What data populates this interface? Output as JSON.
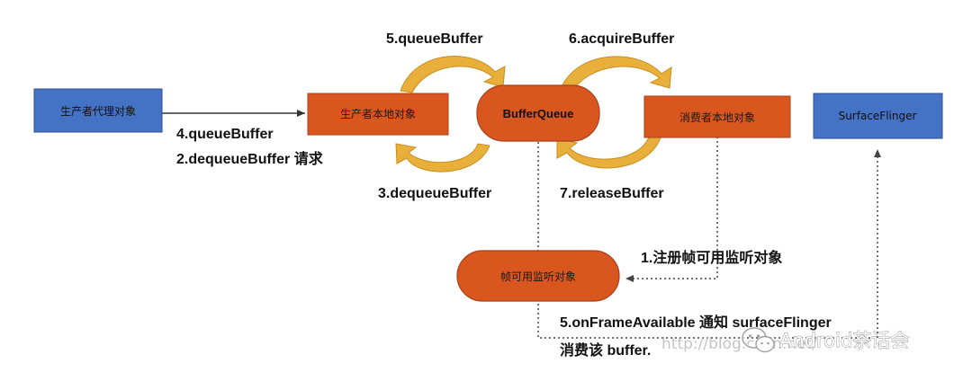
{
  "nodes": {
    "producer_proxy": "生产者代理对象",
    "producer_local": "生产者本地对象",
    "buffer_queue": "BufferQueue",
    "consumer_local": "消费者本地对象",
    "surface_flinger": "SurfaceFlinger",
    "frame_listener": "帧可用监听对象"
  },
  "labels": {
    "queue_buffer_5": "5.queueBuffer",
    "acquire_buffer_6": "6.acquireBuffer",
    "queue_buffer_4": "4.queueBuffer",
    "dequeue_request_2": "2.dequeueBuffer 请求",
    "dequeue_buffer_3": "3.dequeueBuffer",
    "release_buffer_7": "7.releaseBuffer",
    "register_listener_1": "1.注册帧可用监听对象",
    "on_frame_available_line1": "5.onFrameAvailable 通知 surfaceFlinger",
    "on_frame_available_line2": "消费该 buffer."
  },
  "watermark": {
    "url": "http://blog.csdn.net/",
    "brand": "Android茶话会"
  },
  "colors": {
    "blue_box": "#4472C4",
    "orange_box": "#D9561F",
    "gold_arrow": "#E8B03A",
    "line": "#333333"
  }
}
